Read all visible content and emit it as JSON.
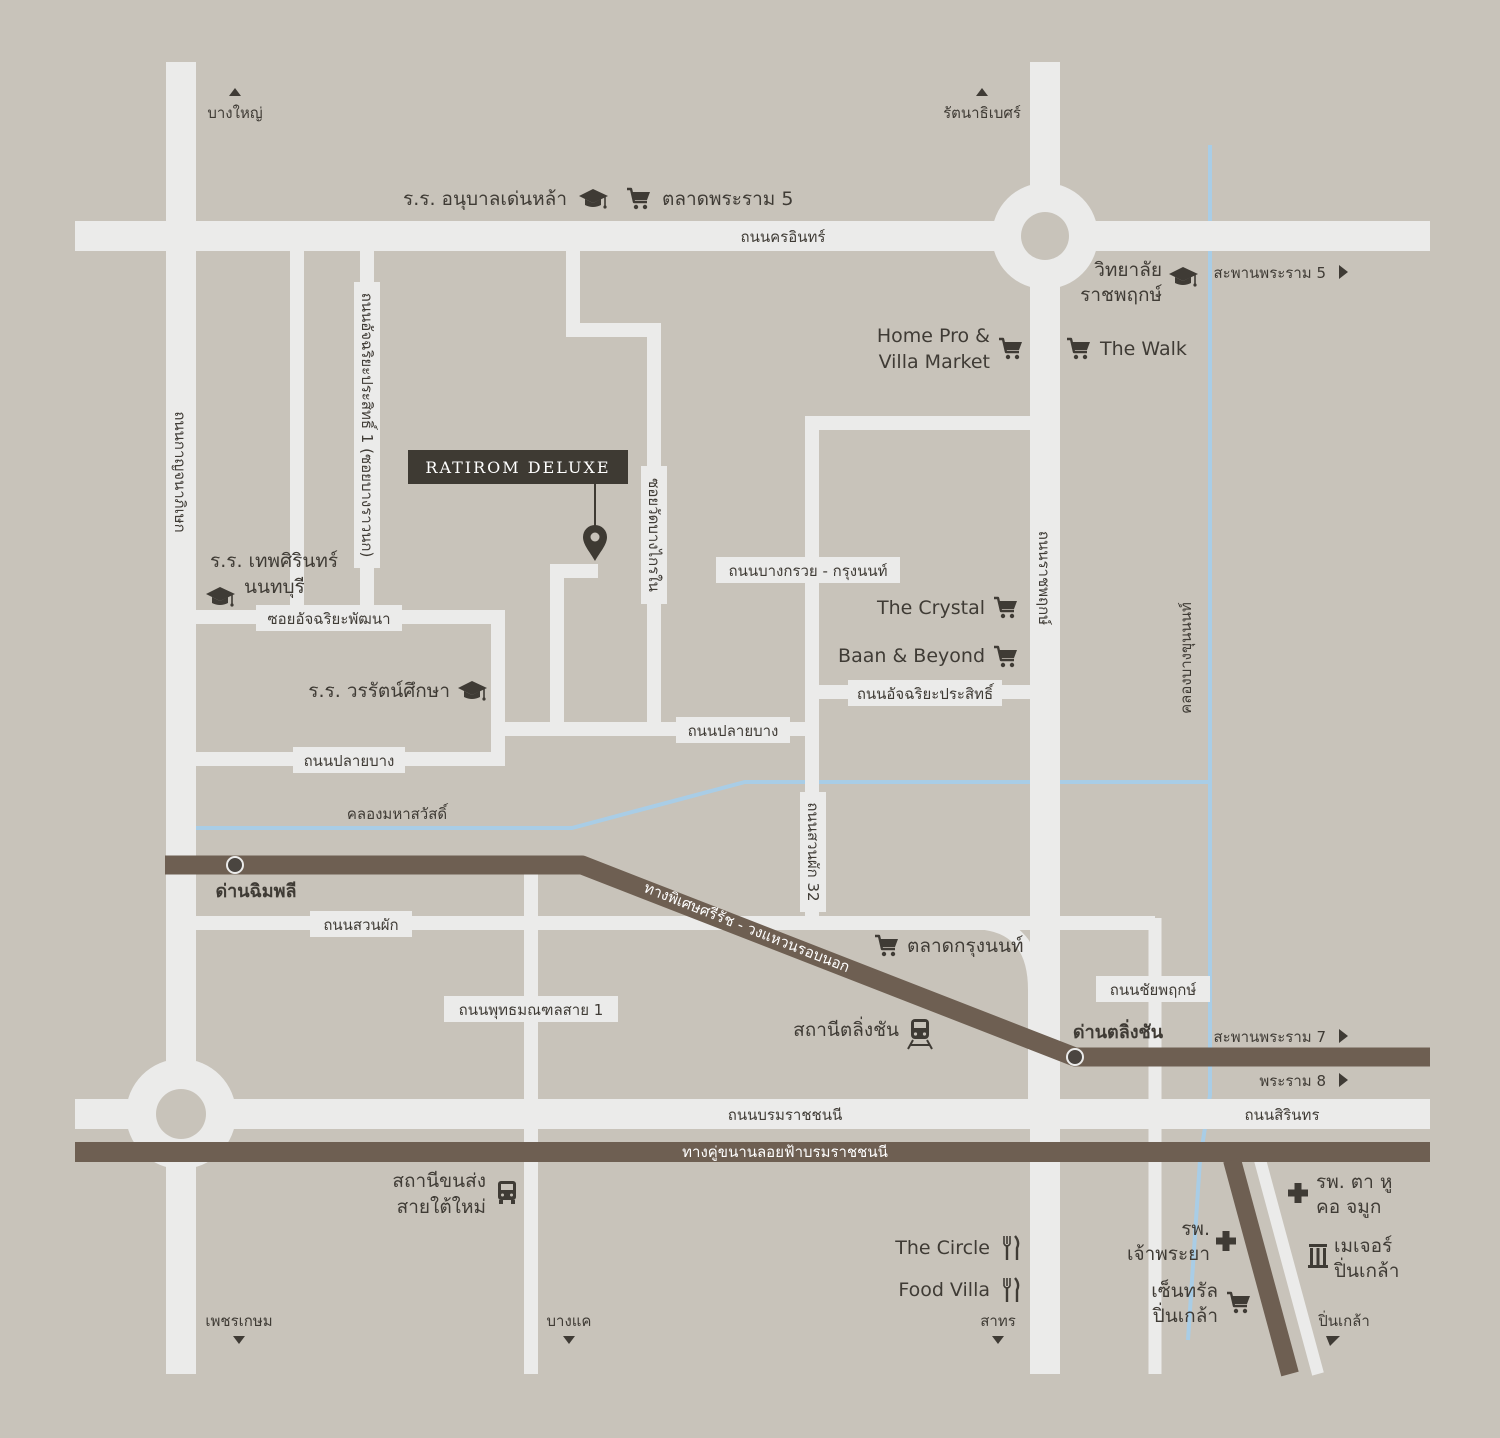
{
  "project": {
    "name": "RATIROM DELUXE"
  },
  "colors": {
    "background": "#c8c3ba",
    "road": "#ebebea",
    "expressway": "#6e5f52",
    "canal": "#a9cde6",
    "text": "#3f3b35"
  },
  "roads": {
    "khrue_inthon": "ถนนครอินทร์",
    "kanchanaphisek": "ถนนกาญจนาภิเษก",
    "atchariya_prasit_1": "ถนนอัจฉริยะประสิทธิ์ 1 (ซอยบางราวนก)",
    "soi_atchariya_phatthana": "ซอยอัจฉริยะพัฒนา",
    "plai_bang_left": "ถนนปลายบาง",
    "plai_bang_center": "ถนนปลายบาง",
    "soi_wat_bang_krai_nai": "ซอยวัดบางไกรใน",
    "bang_kruai_krung_non": "ถนนบางกรวย - กรุงนนท์",
    "atchariya_prasit": "ถนนอัจฉริยะประสิทธิ์",
    "ratchaphruek": "ถนนราชพฤกษ์",
    "suan_phak_32": "ถนนสวนผัก 32",
    "suan_phak": "ถนนสวนผัก",
    "phutthamonthon_sai_1": "ถนนพุทธมณฑลสาย 1",
    "chaiyaphruek": "ถนนชัยพฤกษ์",
    "borommaratchachonnani": "ถนนบรมราชชนนี",
    "sirindhorn": "ถนนสิรินทร",
    "expressway_si_rat": "ทางพิเศษศรีรัช - วงแหวนรอบนอก",
    "elevated_borommaratchachonnani": "ทางคู่ขนานลอยฟ้าบรมราชชนนี"
  },
  "canals": {
    "maha_sawat": "คลองมหาสวัสดิ์",
    "bang_khun_non": "คลองบางขุนนนท์"
  },
  "directions": {
    "bang_yai": "บางใหญ่",
    "rattanathibet": "รัตนาธิเบศร์",
    "phra_ram_5_bridge": "สะพานพระราม 5",
    "phra_ram_7_bridge": "สะพานพระราม 7",
    "phra_ram_8": "พระราม 8",
    "phet_kasem": "เพชรเกษม",
    "bang_khae": "บางแค",
    "sathon": "สาทร",
    "pin_klao": "ปิ่นเกล้า"
  },
  "tolls": {
    "chimphli": "ด่านฉิมพลี",
    "taling_chan": "ด่านตลิ่งชัน"
  },
  "places": {
    "anuban_school": "ร.ร. อนุบาลเด่นหล้า",
    "talat_phra_ram_5": "ตลาดพระราม 5",
    "college_line1": "วิทยาลัย",
    "college_line2": "ราชพฤกษ์",
    "homepro_line1": "Home Pro &",
    "homepro_line2": "Villa Market",
    "the_walk": "The Walk",
    "thepsirin_line1": "ร.ร. เทพศิรินทร์",
    "thepsirin_line2": "นนทบุรี",
    "worarat_school": "ร.ร. วรรัตน์ศึกษา",
    "the_crystal": "The Crystal",
    "baan_beyond": "Baan & Beyond",
    "talat_krung_non": "ตลาดกรุงนนท์",
    "taling_chan_station": "สถานีตลิ่งชัน",
    "bus_terminal_line1": "สถานีขนส่ง",
    "bus_terminal_line2": "สายใต้ใหม่",
    "the_circle": "The Circle",
    "food_villa": "Food Villa",
    "central_line1": "เซ็นทรัล",
    "central_line2": "ปิ่นเกล้า",
    "chaophraya_line1": "รพ.",
    "chaophraya_line2": "เจ้าพระยา",
    "ent_line1": "รพ. ตา หู",
    "ent_line2": "คอ จมูก",
    "major_line1": "เมเจอร์",
    "major_line2": "ปิ่นเกล้า"
  },
  "icons": {
    "school": "graduation-cap-icon",
    "shop": "shopping-cart-icon",
    "hospital": "cross-icon",
    "restaurant": "fork-knife-icon",
    "train": "train-icon",
    "bus": "bus-icon",
    "cinema": "columns-icon",
    "location": "map-pin-icon",
    "direction": "triangle-arrow-icon"
  }
}
